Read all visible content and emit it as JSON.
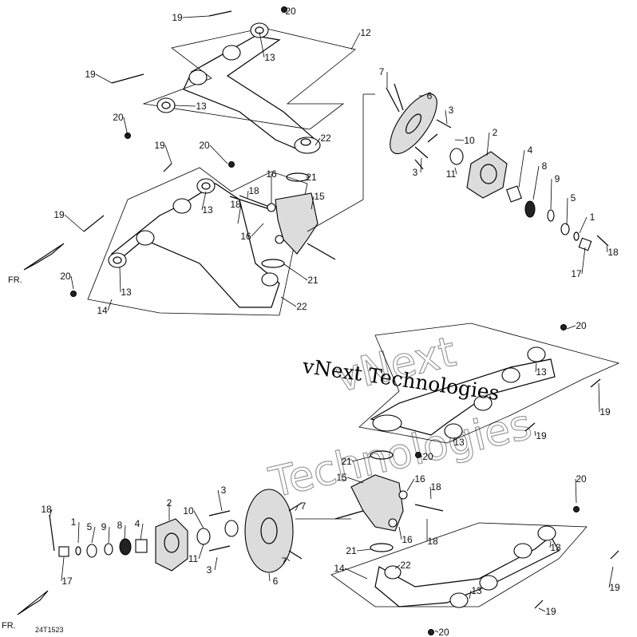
{
  "diagram": {
    "figure_code": "24T1523",
    "direction_label": "FR.",
    "watermark_text": "vNext Technologies",
    "watermark_outline_line1": "vNext",
    "watermark_outline_line2": "Technologies",
    "ink_color": "#000000",
    "background_color": "#ffffff",
    "callout_numbers": [
      "1",
      "2",
      "3",
      "4",
      "5",
      "6",
      "7",
      "8",
      "9",
      "10",
      "11",
      "12",
      "13",
      "14",
      "15",
      "16",
      "17",
      "18",
      "19",
      "20",
      "21",
      "22"
    ]
  }
}
